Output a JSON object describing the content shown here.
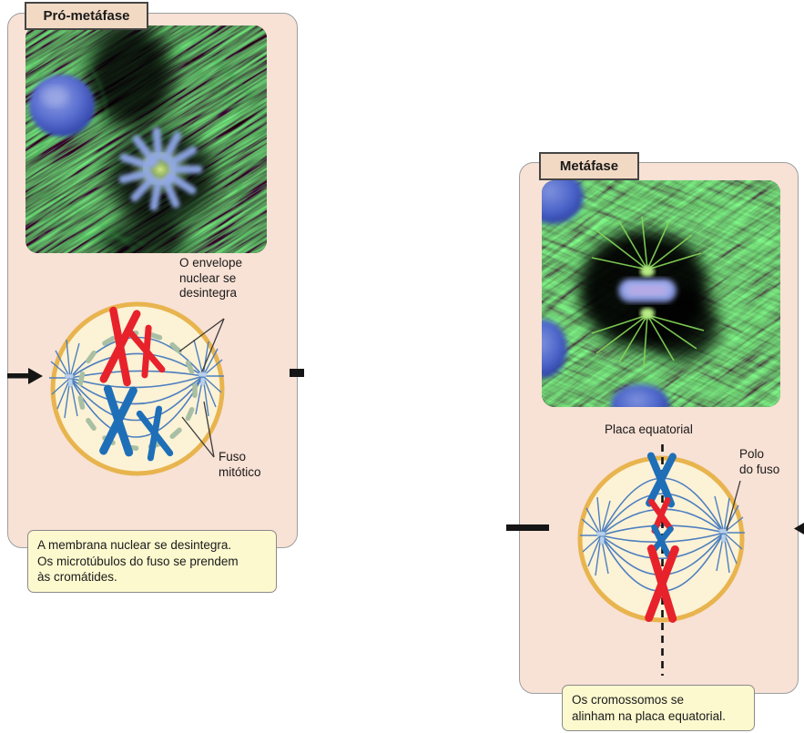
{
  "left_panel": {
    "title": "Pró-metáfase",
    "envelope_label_lines": [
      "O envelope",
      "nuclear se",
      "desintegra"
    ],
    "spindle_label_lines": [
      "Fuso",
      "mitótico"
    ],
    "caption_lines": [
      "A membrana nuclear se desintegra.",
      "Os microtúbulos do fuso se prendem",
      "às cromátides."
    ]
  },
  "right_panel": {
    "title": "Metáfase",
    "plate_label": "Placa equatorial",
    "pole_label_lines": [
      "Polo",
      "do fuso"
    ],
    "caption_lines": [
      "Os cromossomos se",
      "alinham na placa equatorial."
    ]
  },
  "colors": {
    "panel_background": "#f8e1d5",
    "panel_border": "#9aa0a0",
    "title_tab_background": "#f2d9c4",
    "title_tab_border": "#454545",
    "caption_background": "#fcf9cf",
    "caption_border": "#8a8a8a",
    "cell_fill": "#fcf2d6",
    "cell_border": "#e8b44e",
    "spindle_fiber_blue": "#4d7fbf",
    "nuclear_envelope_fragment": "#a9bfa3",
    "chromosome_red": "#e7222b",
    "chromosome_blue": "#1e6fb8",
    "centriole_blue": "#b9d0ea",
    "flow_arrow": "#151515",
    "micrograph_green": "#2e9e40",
    "micrograph_blue": "#5a6fd0"
  }
}
